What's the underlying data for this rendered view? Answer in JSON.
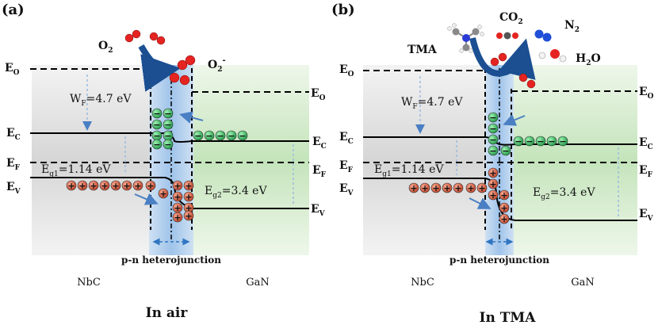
{
  "panels": [
    {
      "id": "a",
      "tag": "(a)",
      "gas": "O",
      "gas_sub": "2",
      "product": "O",
      "product_sub": "2",
      "product_sup": "-",
      "levels": {
        "eo": "E",
        "eo_sub": "O",
        "ec": "E",
        "ec_sub": "C",
        "ef": "E",
        "ef_sub": "F",
        "ev": "E",
        "ev_sub": "V"
      },
      "wf_text": "W",
      "wf_sub": "F",
      "wf_value": "=4.7 eV",
      "eg1_text": "E",
      "eg1_sub": "g1",
      "eg1_value": "=1.14 eV",
      "eg2_text": "E",
      "eg2_sub": "g2",
      "eg2_value": "=3.4 eV",
      "junction": "p-n heterojunction",
      "left_material": "NbC",
      "right_material": "GaN",
      "caption": "In air"
    },
    {
      "id": "b",
      "tag": "(b)",
      "gas": "TMA",
      "co2": "CO",
      "co2_sub": "2",
      "n2": "N",
      "n2_sub": "2",
      "h2o": "H",
      "h2o_sub": "2",
      "h2o_tail": "O",
      "levels": {
        "eo": "E",
        "eo_sub": "O",
        "ec": "E",
        "ec_sub": "C",
        "ef": "E",
        "ef_sub": "F",
        "ev": "E",
        "ev_sub": "V"
      },
      "wf_text": "W",
      "wf_sub": "F",
      "wf_value": "=4.7 eV",
      "eg1_text": "E",
      "eg1_sub": "g1",
      "eg1_value": "=1.14 eV",
      "eg2_text": "E",
      "eg2_sub": "g2",
      "eg2_value": "=3.4 eV",
      "junction": "p-n heterojunction",
      "left_material": "NbC",
      "right_material": "GaN",
      "caption": "In TMA"
    }
  ],
  "electron_symbol": "−",
  "hole_symbol": "+",
  "colors": {
    "left_region": "#d9d9d9",
    "right_region": "#cfe9c8",
    "junction_band": "#b8d3ee",
    "electron": "#2fae55",
    "hole": "#d2583a",
    "molecule_red": "#e52421",
    "molecule_blue": "#1f4fd6",
    "arrow_blue": "#1b4f92"
  }
}
